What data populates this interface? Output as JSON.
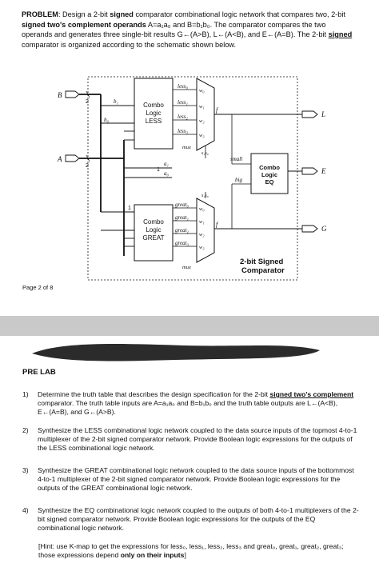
{
  "problem": {
    "lead": "PROBLEM",
    "p1": ": Design a 2-bit ",
    "p1b": "signed",
    "p2": " comparator combinational logic network that compares two, 2-bit ",
    "p2b": "signed two's complement operands",
    "p3": " A=a₁a₀ and B=b₁b₀. The comparator compares the two operands and generates three single-bit results G←(A>B), L←(A<B), and E←(A=B). The 2-bit ",
    "p3u": "signed",
    "p4": " comparator is organized according to the schematic shown below."
  },
  "schematic": {
    "in_b": "B",
    "in_a": "A",
    "bus2": "2",
    "bit1": "1",
    "b1": "b₁",
    "b0": "b₀",
    "a1": "a₁",
    "a0": "a₀",
    "less_box": [
      "Combo",
      "Logic",
      "LESS"
    ],
    "great_box": [
      "Combo",
      "Logic",
      "GREAT"
    ],
    "eq_box": [
      "Combo",
      "Logic",
      "EQ"
    ],
    "less_outs": [
      "less₀",
      "less₁",
      "less₂",
      "less₃"
    ],
    "great_outs": [
      "great₀",
      "great₁",
      "great₂",
      "great₃"
    ],
    "mux_in": [
      "w₀",
      "w₁",
      "w₂",
      "w₃"
    ],
    "mux_sel": "s₁s₀",
    "mux_label": "mux",
    "f": "f",
    "small": "small",
    "big": "big",
    "out_l": "L",
    "out_e": "E",
    "out_g": "G",
    "title1": "2-bit Signed",
    "title2": "Comparator"
  },
  "page_label": "Page 2 of 8",
  "prelab": {
    "title": "PRE LAB",
    "items": [
      {
        "num": "1)",
        "text_a": "Determine the truth table that describes the design specification for the 2-bit ",
        "text_u": "signed two's complement",
        "text_b": " comparator. The truth table inputs are A=a₁a₀ and B=b₁b₀ and the truth table outputs are L←(A<B), E←(A=B), and G←(A>B)."
      },
      {
        "num": "2)",
        "text": "Synthesize the LESS combinational logic network coupled to the data source inputs of the topmost 4-to-1 multiplexer of the 2-bit signed comparator network. Provide Boolean logic expressions for the outputs of the LESS combinational logic network."
      },
      {
        "num": "3)",
        "text": "Synthesize the GREAT combinational logic network coupled to the data source inputs of the bottommost 4-to-1 multiplexer of the 2-bit signed comparator network. Provide Boolean logic expressions for the outputs of the GREAT combinational logic network."
      },
      {
        "num": "4)",
        "text": "Synthesize the EQ combinational logic network coupled to the outputs of both 4-to-1 multiplexers of the 2-bit signed comparator network. Provide Boolean logic expressions for the outputs of the EQ combinational logic network."
      }
    ],
    "hint_a": "[Hint: use K-map to get the expressions for less₀, less₁, less₂, less₃ and great₀, great₁, great₂, great₃; those expressions depend ",
    "hint_b": "only on their inputs",
    "hint_c": "]"
  }
}
